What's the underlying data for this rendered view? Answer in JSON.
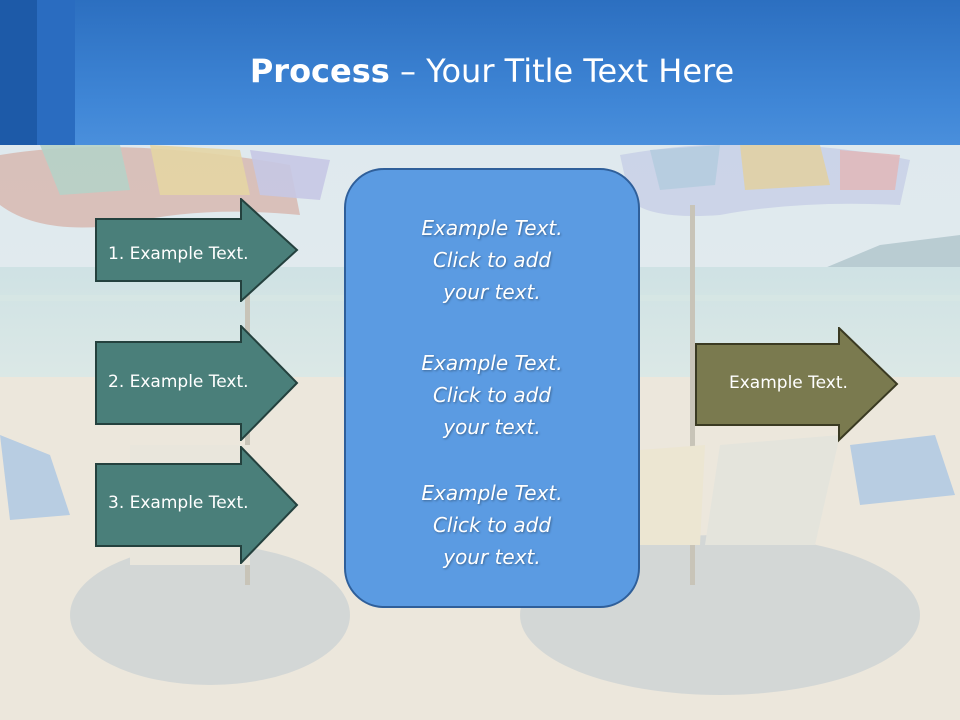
{
  "title": {
    "bold": "Process",
    "rest": " – Your Title Text Here"
  },
  "steps": [
    {
      "label": "1. Example Text."
    },
    {
      "label": "2. Example Text."
    },
    {
      "label": "3. Example Text."
    }
  ],
  "center": {
    "paragraphs": [
      {
        "line1": "Example Text.",
        "line2": "Click  to add",
        "line3": "your text."
      },
      {
        "line1": "Example Text.",
        "line2": "Click  to add",
        "line3": "your text."
      },
      {
        "line1": "Example Text.",
        "line2": "Click  to add",
        "line3": "your text."
      }
    ]
  },
  "output": {
    "label": "Example Text."
  },
  "colors": {
    "header": "#3a80d2",
    "step_arrow": "#4a7f7a",
    "output_arrow": "#7a7a4f",
    "center_box": "#5b9be2"
  }
}
